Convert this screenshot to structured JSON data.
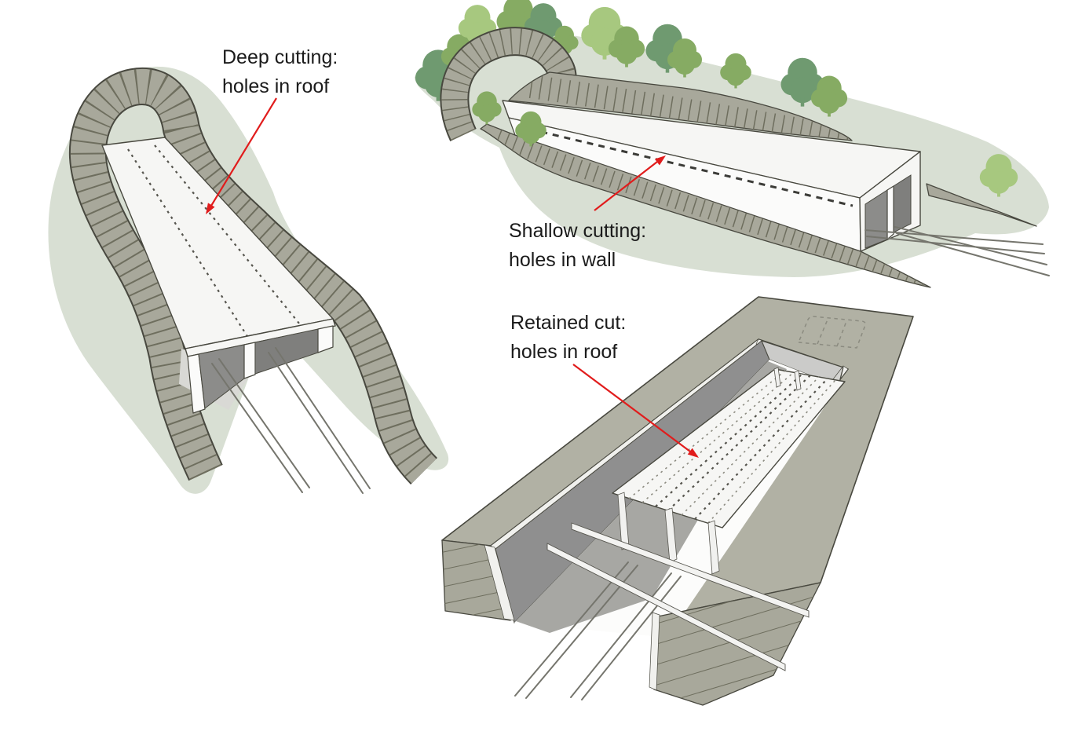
{
  "figure": {
    "title": "Tunnel cutting types diagram",
    "background": "#ffffff"
  },
  "annotations": {
    "deep": {
      "line1": "Deep cutting:",
      "line2": "holes in roof"
    },
    "shallow": {
      "line1": "Shallow cutting:",
      "line2": "holes in wall"
    },
    "retained": {
      "line1": "Retained cut:",
      "line2": "holes in roof"
    }
  },
  "colors": {
    "grass": "#d8dfd3",
    "slope": "#a8a89b",
    "slope_hatch": "#6e6e5e",
    "outline": "#48483f",
    "structure": "#f6f6f4",
    "structure_bright": "#fbfbfa",
    "portal_dark": "#8c8c8a",
    "portal_darker": "#7f7f7d",
    "ground_top": "#b1b1a4",
    "wall_inner": "#8f8f8f",
    "wall_far": "#cbcbc9",
    "wall_sliver": "#d3d3d0",
    "coping": "#f1f1ee",
    "track": "#75756d",
    "shadow": "#a7a7a3",
    "soft_shadow": "#d9d9d5",
    "arrow_red": "#e11c1c",
    "tree_dark": "#6f9a70",
    "tree_medium": "#86ab63",
    "tree_light": "#a7c87f",
    "text": "#1b1b1b"
  }
}
